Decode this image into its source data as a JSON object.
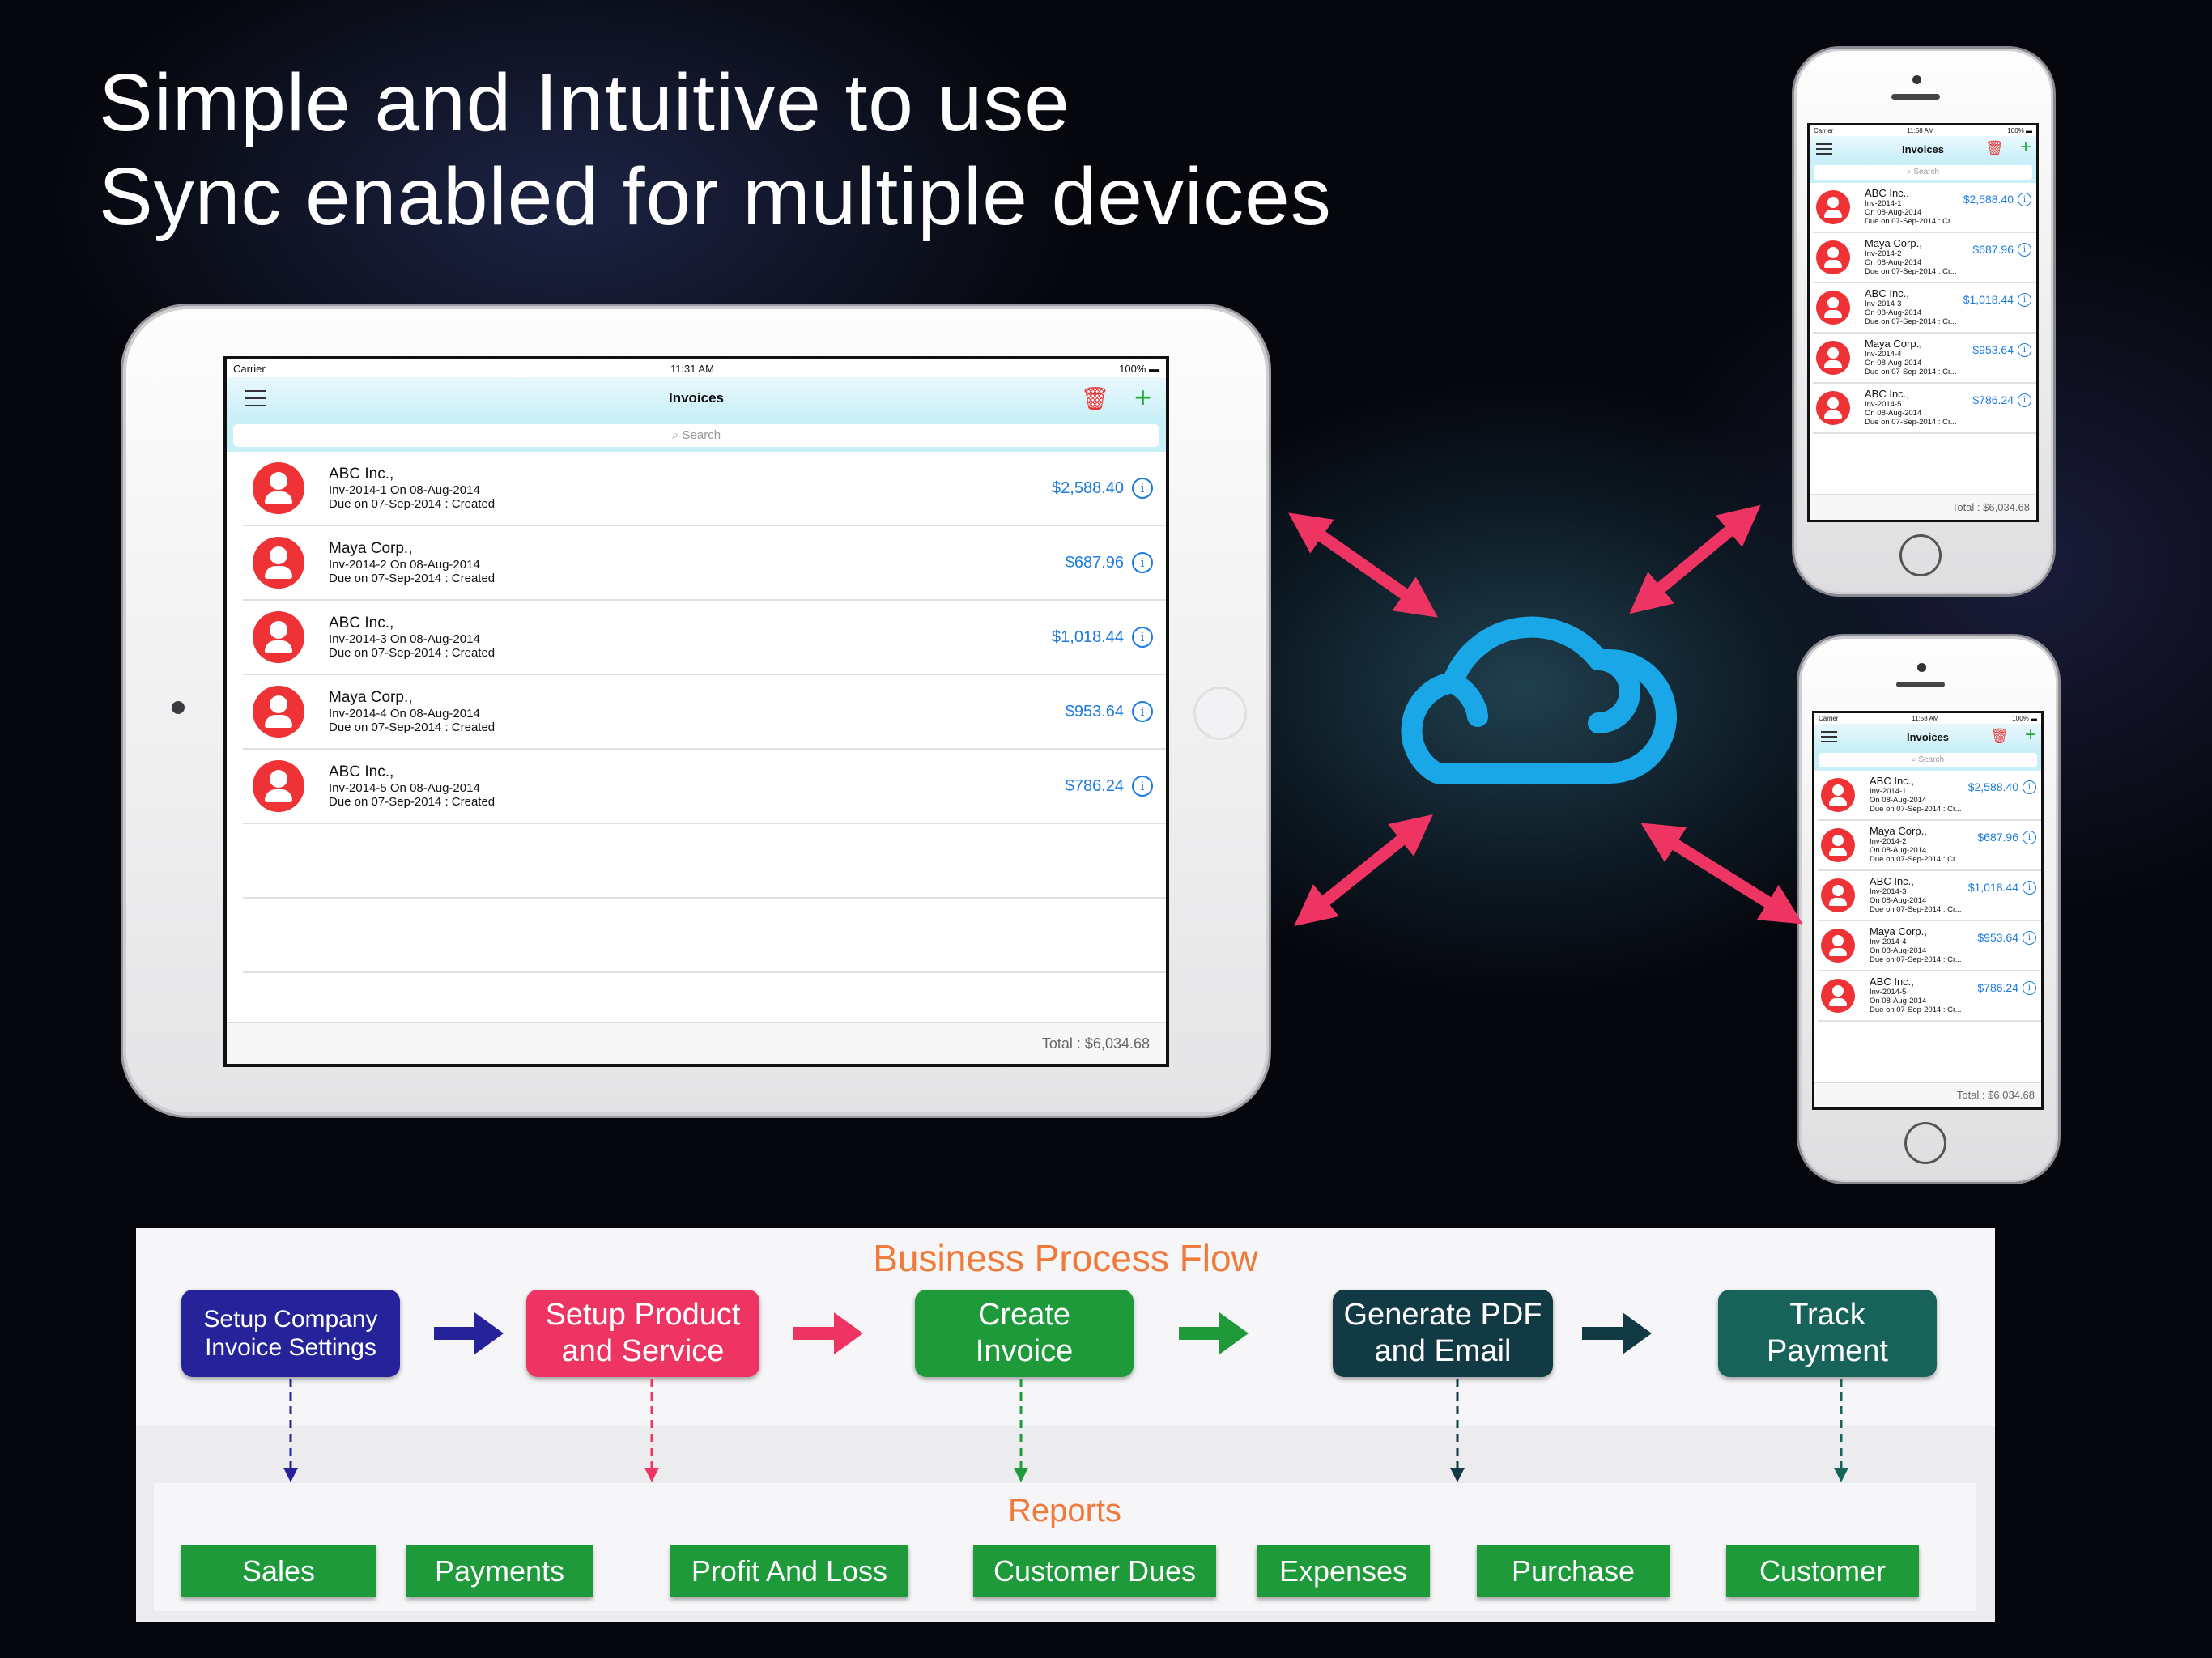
{
  "headline": {
    "line1": "Simple and Intuitive to use",
    "line2": "Sync enabled for multiple devices"
  },
  "app": {
    "status_carrier": "Carrier",
    "status_battery": "100%",
    "nav_title": "Invoices",
    "search_placeholder": "Search",
    "total": "Total : $6,034.68",
    "ipad_time": "11:31 AM",
    "iphone_time": "11:58 AM",
    "icons": {
      "menu": "menu-icon",
      "trash": "trash-icon",
      "add": "plus-icon",
      "search": "search-icon",
      "info": "info-icon",
      "avatar": "person-avatar-icon",
      "wifi": "wifi-icon",
      "battery": "battery-icon"
    },
    "invoices": [
      {
        "company": "ABC Inc.,",
        "number": "Inv-2014-1",
        "date": "On 08-Aug-2014",
        "due": "Due on 07-Sep-2014 : Created",
        "due_short": "Due on 07-Sep-2014 : Cr...",
        "amount": "$2,588.40"
      },
      {
        "company": "Maya Corp.,",
        "number": "Inv-2014-2",
        "date": "On 08-Aug-2014",
        "due": "Due on 07-Sep-2014 : Created",
        "due_short": "Due on 07-Sep-2014 : Cr...",
        "amount": "$687.96"
      },
      {
        "company": "ABC Inc.,",
        "number": "Inv-2014-3",
        "date": "On 08-Aug-2014",
        "due": "Due on 07-Sep-2014 : Created",
        "due_short": "Due on 07-Sep-2014 : Cr...",
        "amount": "$1,018.44"
      },
      {
        "company": "Maya Corp.,",
        "number": "Inv-2014-4",
        "date": "On 08-Aug-2014",
        "due": "Due on 07-Sep-2014 : Created",
        "due_short": "Due on 07-Sep-2014 : Cr...",
        "amount": "$953.64"
      },
      {
        "company": "ABC Inc.,",
        "number": "Inv-2014-5",
        "date": "On 08-Aug-2014",
        "due": "Due on 07-Sep-2014 : Created",
        "due_short": "Due on 07-Sep-2014 : Cr...",
        "amount": "$786.24"
      }
    ]
  },
  "colors": {
    "cloud": "#1aa7e8",
    "arrow": "#ee3462",
    "avatar": "#ee3236",
    "amount": "#1c7be0",
    "section_title": "#f07a3a",
    "report_button": "#1e9a3b"
  },
  "process_flow": {
    "title": "Business Process Flow",
    "steps": [
      {
        "label": "Setup Company\nInvoice Settings",
        "color": "#25229a"
      },
      {
        "label": "Setup Product\nand Service",
        "color": "#ee3462"
      },
      {
        "label": "Create\nInvoice",
        "color": "#1e9a3b"
      },
      {
        "label": "Generate PDF\nand Email",
        "color": "#123a44"
      },
      {
        "label": "Track\nPayment",
        "color": "#17635a"
      }
    ],
    "reports_title": "Reports",
    "reports": [
      "Sales",
      "Payments",
      "Profit And Loss",
      "Customer Dues",
      "Expenses",
      "Purchase",
      "Customer"
    ]
  }
}
